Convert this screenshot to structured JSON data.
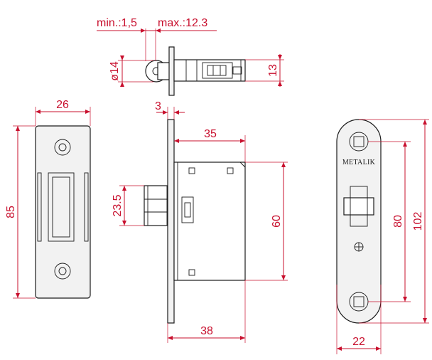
{
  "brand": "METALIK",
  "colors": {
    "dimension": "#c8102e",
    "outline": "#1a1a1a",
    "fill": "#f2f2f2"
  },
  "dimensions": {
    "clearance_min": "min.:1,5",
    "clearance_max": "max.:12.3",
    "roller_diameter": "ø14",
    "body_thickness": "13",
    "strike_width": "26",
    "strike_height": "85",
    "faceplate_thickness": "3",
    "body_depth_top": "35",
    "bolt_height": "23.5",
    "body_height": "60",
    "body_depth_bottom": "38",
    "faceplate_hole_spacing": "80",
    "faceplate_height": "102",
    "faceplate_width": "22"
  }
}
